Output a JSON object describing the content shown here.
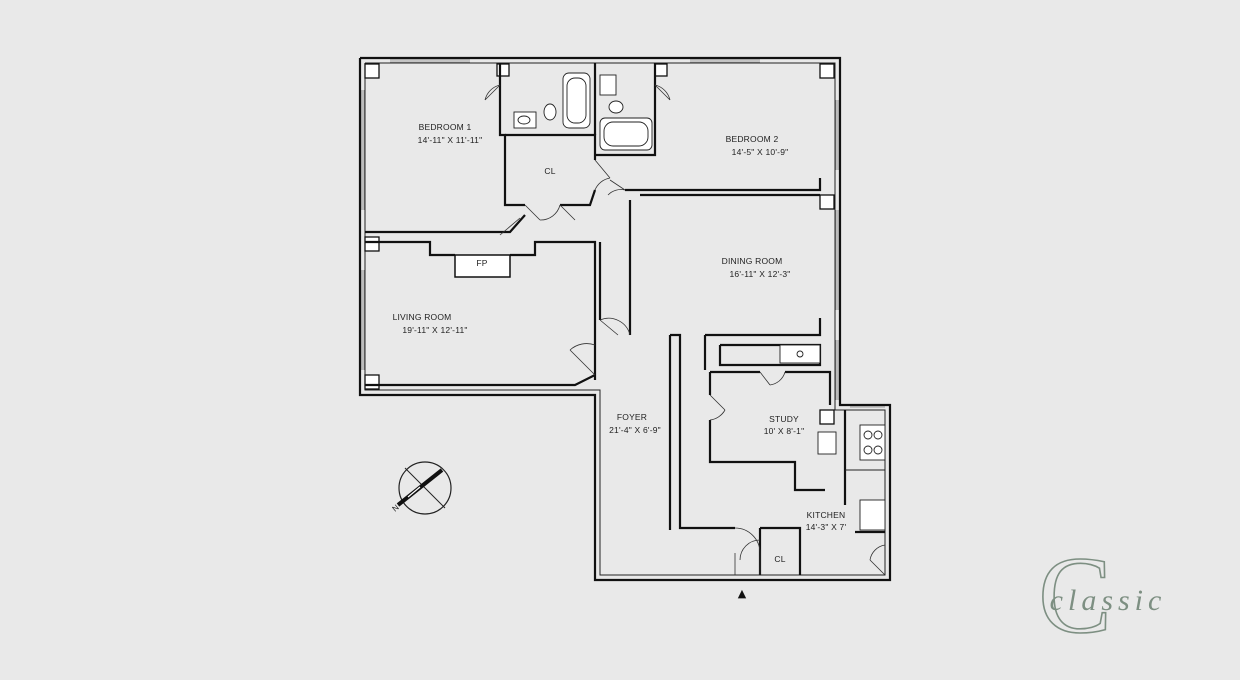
{
  "rooms": {
    "bedroom1": {
      "name": "BEDROOM 1",
      "dims": "14'-11\" X 11'-11\""
    },
    "bedroom2": {
      "name": "BEDROOM 2",
      "dims": "14'-5\" X 10'-9\""
    },
    "closet_upper": {
      "name": "CL"
    },
    "living": {
      "name": "LIVING ROOM",
      "dims": "19'-11\" X 12'-11\""
    },
    "fireplace": {
      "name": "FP"
    },
    "dining": {
      "name": "DINING ROOM",
      "dims": "16'-11\" X 12'-3\""
    },
    "study": {
      "name": "STUDY",
      "dims": "10' X 8'-1\""
    },
    "foyer": {
      "name": "FOYER",
      "dims": "21'-4\" X 6'-9\""
    },
    "kitchen": {
      "name": "KITCHEN",
      "dims": "14'-3\" X 7'"
    },
    "closet_lower": {
      "name": "CL"
    }
  },
  "compass": {
    "north_label": "N"
  },
  "logo": {
    "text": "classic",
    "initial": "C",
    "color": "#7d8f82"
  },
  "entrance_marker": "▲"
}
